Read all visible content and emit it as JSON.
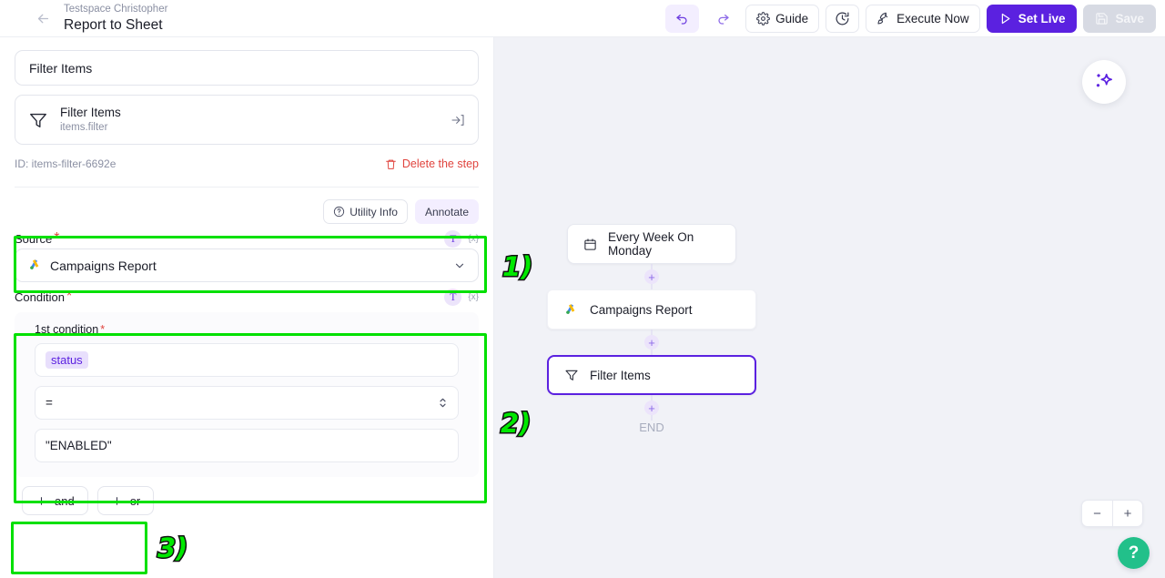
{
  "header": {
    "back_icon": "arrow-left-icon",
    "breadcrumb": "Testspace Christopher",
    "title": "Report to Sheet",
    "undo_icon": "undo-icon",
    "redo_icon": "redo-icon",
    "guide_label": "Guide",
    "guide_icon": "gear-icon",
    "history_icon": "clock-history-icon",
    "execute_label": "Execute Now",
    "execute_icon": "rocket-icon",
    "setlive_label": "Set Live",
    "setlive_icon": "play-icon",
    "save_label": "Save",
    "save_icon": "floppy-disk-icon"
  },
  "left_panel": {
    "step_title_value": "Filter Items",
    "step_card": {
      "icon": "funnel-icon",
      "name": "Filter Items",
      "subtitle": "items.filter",
      "open_icon": "arrow-into-bracket-icon"
    },
    "id_text": "ID: items-filter-6692e",
    "delete_label": "Delete the step",
    "delete_icon": "trash-icon",
    "tabs": [
      {
        "label": "Utility Info",
        "icon": "question-circle-icon",
        "active": false
      },
      {
        "label": "Annotate",
        "icon": "",
        "active": true
      }
    ],
    "source": {
      "label": "Source",
      "required_marker": "*",
      "text_mode_icon": "T",
      "variable_icon": "{x}",
      "value": "Campaigns Report",
      "value_icon": "google-ads-icon",
      "caret_icon": "chevron-down-icon"
    },
    "condition": {
      "label": "Condition",
      "required_marker": "*",
      "text_mode_icon": "T",
      "variable_icon": "{x}",
      "first_condition_label": "1st condition",
      "field_chip": "status",
      "operator": "=",
      "operator_icon": "updown-chevron-icon",
      "value": "\"ENABLED\""
    },
    "add_buttons": [
      {
        "label": "and",
        "icon": "plus-icon"
      },
      {
        "label": "or",
        "icon": "plus-icon"
      }
    ]
  },
  "annotations": [
    {
      "number": "1)"
    },
    {
      "number": "2)"
    },
    {
      "number": "3)"
    }
  ],
  "canvas": {
    "nodes": [
      {
        "label": "Every Week On Monday",
        "icon": "calendar-icon",
        "type": "trigger"
      },
      {
        "label": "Campaigns Report",
        "icon": "google-ads-icon",
        "type": "action"
      },
      {
        "label": "Filter Items",
        "icon": "funnel-icon",
        "type": "action",
        "selected": true
      }
    ],
    "plus_icon": "plus-circle-icon",
    "end_label": "END",
    "ai_icon": "sparkle-icon",
    "zoom_out_label": "−",
    "zoom_in_label": "+",
    "help_label": "?"
  },
  "colors": {
    "accent": "#5b21e0",
    "annotation_green": "#00e000",
    "danger": "#e0443e",
    "help_green": "#22c08a",
    "canvas_bg": "#f1f2f7"
  }
}
